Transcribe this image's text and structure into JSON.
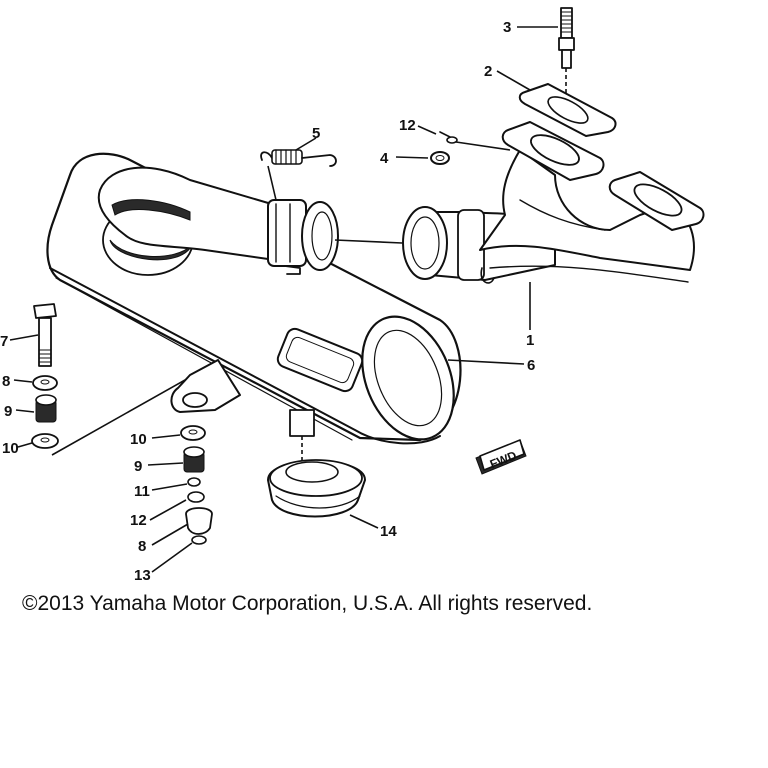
{
  "callouts": [
    {
      "id": "c1",
      "text": "1"
    },
    {
      "id": "c2",
      "text": "2"
    },
    {
      "id": "c3",
      "text": "3"
    },
    {
      "id": "c4",
      "text": "4"
    },
    {
      "id": "c5",
      "text": "5"
    },
    {
      "id": "c6",
      "text": "6"
    },
    {
      "id": "c7",
      "text": "7"
    },
    {
      "id": "c8a",
      "text": "8"
    },
    {
      "id": "c9a",
      "text": "9"
    },
    {
      "id": "c10a",
      "text": "10"
    },
    {
      "id": "c12a",
      "text": "12"
    },
    {
      "id": "c10b",
      "text": "10"
    },
    {
      "id": "c9b",
      "text": "9"
    },
    {
      "id": "c11",
      "text": "11"
    },
    {
      "id": "c12b",
      "text": "12"
    },
    {
      "id": "c8b",
      "text": "8"
    },
    {
      "id": "c13",
      "text": "13"
    },
    {
      "id": "c14",
      "text": "14"
    }
  ],
  "fwd_marker": "FWD",
  "copyright": "©2013 Yamaha Motor Corporation, U.S.A. All rights reserved."
}
